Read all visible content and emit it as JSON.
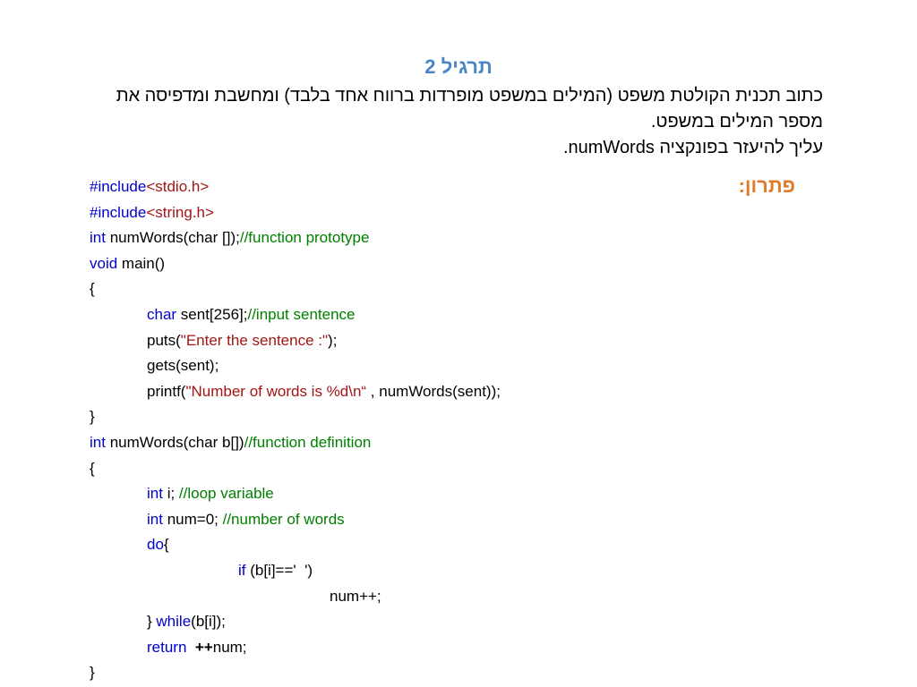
{
  "colors": {
    "title": "#4a86c5",
    "solution": "#e07b25",
    "keyword": "#0000cc",
    "string": "#a31515",
    "comment": "#008000"
  },
  "slide": {
    "title": "תרגיל 2",
    "intro_lines": [
      "כתוב תכנית הקולטת משפט (המילים במשפט מופרדות ברווח אחד בלבד) ומחשבת ומדפיסה את",
      "מספר המילים במשפט.",
      "עליך להיעזר בפונקציה numWords."
    ],
    "solution_label": "פתרון:"
  },
  "code": {
    "lines": [
      {
        "indent": 0,
        "tokens": [
          {
            "t": "kw",
            "v": "#include"
          },
          {
            "t": "str",
            "v": "<stdio.h>"
          }
        ]
      },
      {
        "indent": 0,
        "tokens": [
          {
            "t": "kw",
            "v": "#include"
          },
          {
            "t": "str",
            "v": "<string.h>"
          }
        ]
      },
      {
        "indent": 0,
        "tokens": [
          {
            "t": "kw",
            "v": "int"
          },
          {
            "t": "pl",
            "v": " numWords(char []);"
          },
          {
            "t": "cm",
            "v": "//function prototype"
          }
        ]
      },
      {
        "indent": 0,
        "tokens": [
          {
            "t": "kw",
            "v": "void"
          },
          {
            "t": "pl",
            "v": " main()"
          }
        ]
      },
      {
        "indent": 0,
        "tokens": [
          {
            "t": "pl",
            "v": "{"
          }
        ]
      },
      {
        "indent": 1,
        "tokens": [
          {
            "t": "kw",
            "v": "char"
          },
          {
            "t": "pl",
            "v": " sent[256];"
          },
          {
            "t": "cm",
            "v": "//input sentence"
          }
        ]
      },
      {
        "indent": 1,
        "tokens": [
          {
            "t": "pl",
            "v": "puts("
          },
          {
            "t": "str",
            "v": "\"Enter the sentence :\""
          },
          {
            "t": "pl",
            "v": ");"
          }
        ]
      },
      {
        "indent": 1,
        "tokens": [
          {
            "t": "pl",
            "v": "gets(sent);"
          }
        ]
      },
      {
        "indent": 1,
        "tokens": [
          {
            "t": "pl",
            "v": "printf("
          },
          {
            "t": "str",
            "v": "\"Number of words is %d\\n“"
          },
          {
            "t": "pl",
            "v": " , numWords(sent));"
          }
        ]
      },
      {
        "indent": 0,
        "tokens": [
          {
            "t": "pl",
            "v": "}"
          }
        ]
      },
      {
        "indent": 0,
        "tokens": [
          {
            "t": "kw",
            "v": "int"
          },
          {
            "t": "pl",
            "v": " numWords(char b[])"
          },
          {
            "t": "cm",
            "v": "//function definition"
          }
        ]
      },
      {
        "indent": 0,
        "tokens": [
          {
            "t": "pl",
            "v": "{"
          }
        ]
      },
      {
        "indent": 1,
        "tokens": [
          {
            "t": "kw",
            "v": "int"
          },
          {
            "t": "pl",
            "v": " i; "
          },
          {
            "t": "cm",
            "v": "//loop variable"
          }
        ]
      },
      {
        "indent": 1,
        "tokens": [
          {
            "t": "kw",
            "v": "int"
          },
          {
            "t": "pl",
            "v": " num=0; "
          },
          {
            "t": "cm",
            "v": "//number of words"
          }
        ]
      },
      {
        "indent": 1,
        "tokens": [
          {
            "t": "kw",
            "v": "do"
          },
          {
            "t": "pl",
            "v": "{"
          }
        ]
      },
      {
        "indent": 2,
        "tokens": [
          {
            "t": "kw",
            "v": "if"
          },
          {
            "t": "pl",
            "v": " (b[i]=='  ')"
          }
        ]
      },
      {
        "indent": 3,
        "tokens": [
          {
            "t": "pl",
            "v": "num++;"
          }
        ]
      },
      {
        "indent": 1,
        "tokens": [
          {
            "t": "pl",
            "v": "} "
          },
          {
            "t": "kw",
            "v": "while"
          },
          {
            "t": "pl",
            "v": "(b[i]);"
          }
        ]
      },
      {
        "indent": 1,
        "tokens": [
          {
            "t": "kw",
            "v": "return"
          },
          {
            "t": "pl",
            "v": "  "
          },
          {
            "t": "pl_bold",
            "v": "++"
          },
          {
            "t": "pl",
            "v": "num;"
          }
        ]
      },
      {
        "indent": 0,
        "tokens": [
          {
            "t": "pl",
            "v": "}"
          }
        ]
      }
    ]
  }
}
